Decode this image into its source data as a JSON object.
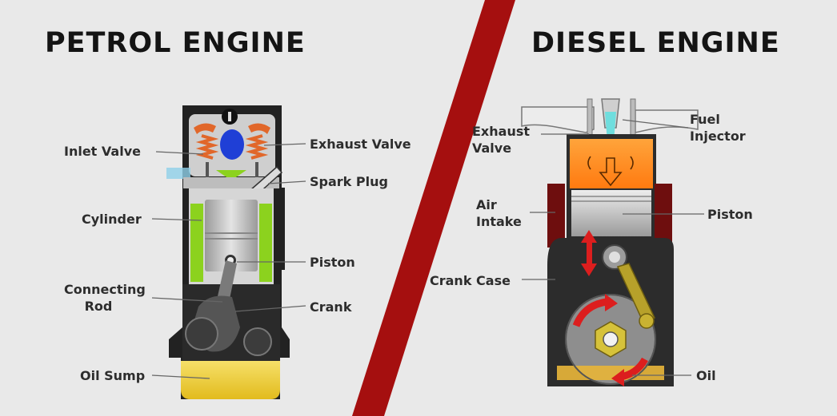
{
  "petrol": {
    "title": "PETROL ENGINE",
    "labels": {
      "inlet_valve": "Inlet Valve",
      "exhaust_valve": "Exhaust Valve",
      "spark_plug": "Spark Plug",
      "cylinder": "Cylinder",
      "piston": "Piston",
      "connecting_rod_line1": "Connecting",
      "connecting_rod_line2": "Rod",
      "crank": "Crank",
      "oil_sump": "Oil Sump"
    }
  },
  "diesel": {
    "title": "DIESEL ENGINE",
    "labels": {
      "exhaust_valve_line1": "Exhaust",
      "exhaust_valve_line2": "Valve",
      "fuel_injector_line1": "Fuel",
      "fuel_injector_line2": "Injector",
      "air_intake_line1": "Air",
      "air_intake_line2": "Intake",
      "piston": "Piston",
      "crank_case": "Crank Case",
      "oil": "Oil"
    }
  },
  "colors": {
    "background": "#e9e9e9",
    "divider": "#a50f0f",
    "cylinder_wall": "#8cd21e",
    "oil": "#efd13a",
    "combustion": "#ff8c1a",
    "valve": "#e1672a",
    "fuel_spray": "#6fdede",
    "arrow": "#dc1e1e",
    "casing": "#3a3a3a",
    "intake_blocks": "#6e0e0e"
  }
}
